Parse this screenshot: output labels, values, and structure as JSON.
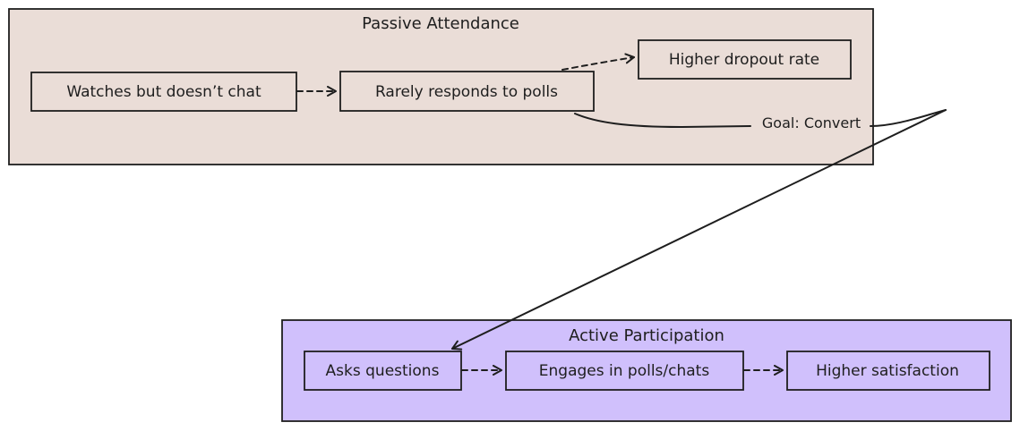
{
  "colors": {
    "passive_fill": "#eaddd7",
    "active_fill": "#d0c0fc",
    "stroke": "#1e1e1e",
    "node_fill": "none"
  },
  "groups": {
    "passive": {
      "title": "Passive Attendance"
    },
    "active": {
      "title": "Active Participation"
    }
  },
  "nodes": {
    "watches": {
      "label": "Watches but doesn’t chat"
    },
    "polls": {
      "label": "Rarely responds to polls"
    },
    "dropout": {
      "label": "Higher dropout rate"
    },
    "asks": {
      "label": "Asks questions"
    },
    "engages": {
      "label": "Engages in polls/chats"
    },
    "satisfaction": {
      "label": "Higher satisfaction"
    }
  },
  "edges": {
    "convert": {
      "label": "Goal: Convert"
    }
  }
}
